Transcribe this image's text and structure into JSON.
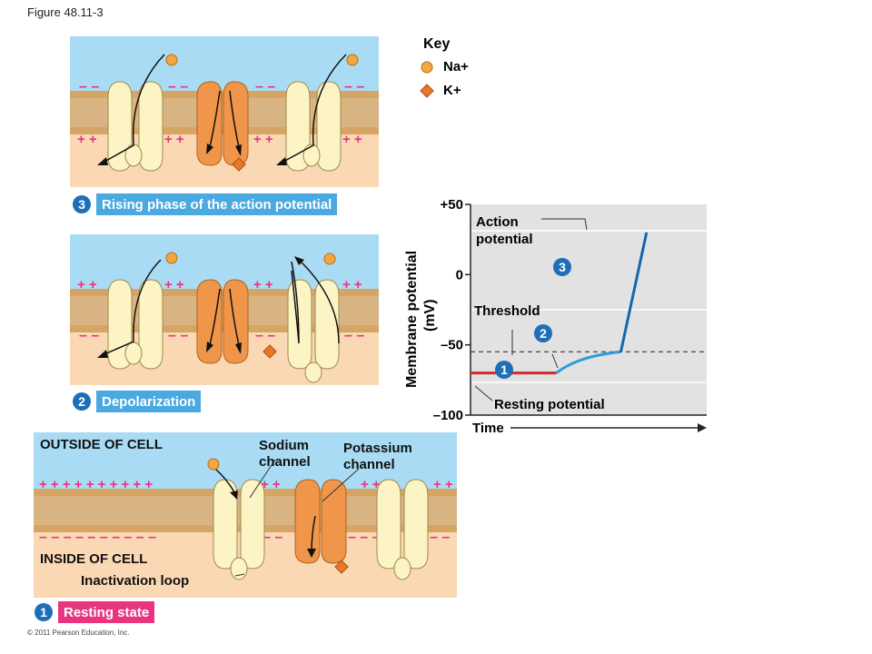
{
  "figure_label": "Figure 48.11-3",
  "copyright": "© 2011 Pearson Education, Inc.",
  "key": {
    "title": "Key",
    "items": [
      {
        "label": "Na+",
        "shape": "circle",
        "color": "#f4a640"
      },
      {
        "label": "K+",
        "shape": "diamond",
        "color": "#e9772a"
      }
    ]
  },
  "colors": {
    "extracellular": "#a9dcf4",
    "intracellular": "#fad8b4",
    "membrane": "#c99a5a",
    "na_channel": "#fcf4c4",
    "k_channel": "#f0964a",
    "charge": "#e8357d",
    "step_badge": "#1f6fb8",
    "step_label_bg": "#4aa9e0",
    "resting_state_bg": "#e8357d",
    "resting_line": "#d9262c",
    "threshold_line": "#2c9bd6",
    "spike_line": "#1466b0",
    "graph_bg": "#e2e2e2"
  },
  "panels": {
    "rising": {
      "step": "3",
      "label": "Rising phase of the action potential"
    },
    "depolarization": {
      "step": "2",
      "label": "Depolarization"
    },
    "resting": {
      "step": "1",
      "label": "Resting state",
      "outside": "OUTSIDE OF CELL",
      "inside": "INSIDE OF CELL",
      "sodium_channel": "Sodium channel",
      "potassium_channel": "Potassium channel",
      "inactivation_loop": "Inactivation loop"
    }
  },
  "charges": {
    "plus": "+",
    "minus": "–"
  },
  "graph": {
    "ylabel": "Membrane potential (mV)",
    "xlabel": "Time",
    "yticks": [
      "+50",
      "0",
      "–50",
      "–100"
    ],
    "annotations": {
      "action_potential": "Action potential",
      "threshold": "Threshold",
      "resting_potential": "Resting potential"
    },
    "markers": [
      "1",
      "2",
      "3"
    ]
  },
  "chart_data": {
    "type": "line",
    "ylabel": "Membrane potential (mV)",
    "xlabel": "Time",
    "ylim": [
      -100,
      50
    ],
    "ytick_labels": [
      "+50",
      "0",
      "–50",
      "–100"
    ],
    "threshold_mv": -55,
    "series": [
      {
        "name": "Resting potential",
        "x": [
          0,
          1,
          2
        ],
        "y": [
          -70,
          -70,
          -70
        ]
      },
      {
        "name": "Threshold",
        "x": [
          2,
          2.5,
          3,
          3.5
        ],
        "y": [
          -70,
          -64,
          -58,
          -55
        ]
      },
      {
        "name": "Action potential",
        "x": [
          3.5,
          4.1
        ],
        "y": [
          -55,
          30
        ]
      }
    ]
  }
}
